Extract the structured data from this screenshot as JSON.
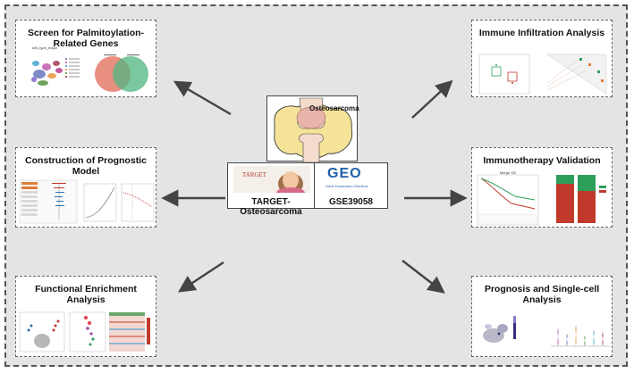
{
  "panels": {
    "screen": {
      "title": "Screen for Palmitoylation-Related Genes",
      "umap_label": "cell_type_major"
    },
    "prognostic": {
      "title": "Construction of Prognostic Model"
    },
    "enrichment": {
      "title": "Functional Enrichment Analysis"
    },
    "immune": {
      "title": "Immune Infiltration Analysis"
    },
    "immunotherapy": {
      "title": "Immunotherapy Validation",
      "km_title": "Merge OS"
    },
    "prognosis_sc": {
      "title": "Prognosis and Single-cell Analysis"
    }
  },
  "center": {
    "organ_label": "Osteosarcoma",
    "target_logo": "TARGET",
    "target_label": "TARGET-Osteosarcoma",
    "geo_logo": "GEO",
    "geo_sub": "Gene Expression Omnibus",
    "geo_label": "GSE39058"
  },
  "colors": {
    "background": "#e3e4e6",
    "venn_left": "#e57b6a",
    "venn_right": "#4fb580",
    "risk_high": "#c0392b",
    "risk_low": "#2e9e5b",
    "arrow": "#444444"
  }
}
